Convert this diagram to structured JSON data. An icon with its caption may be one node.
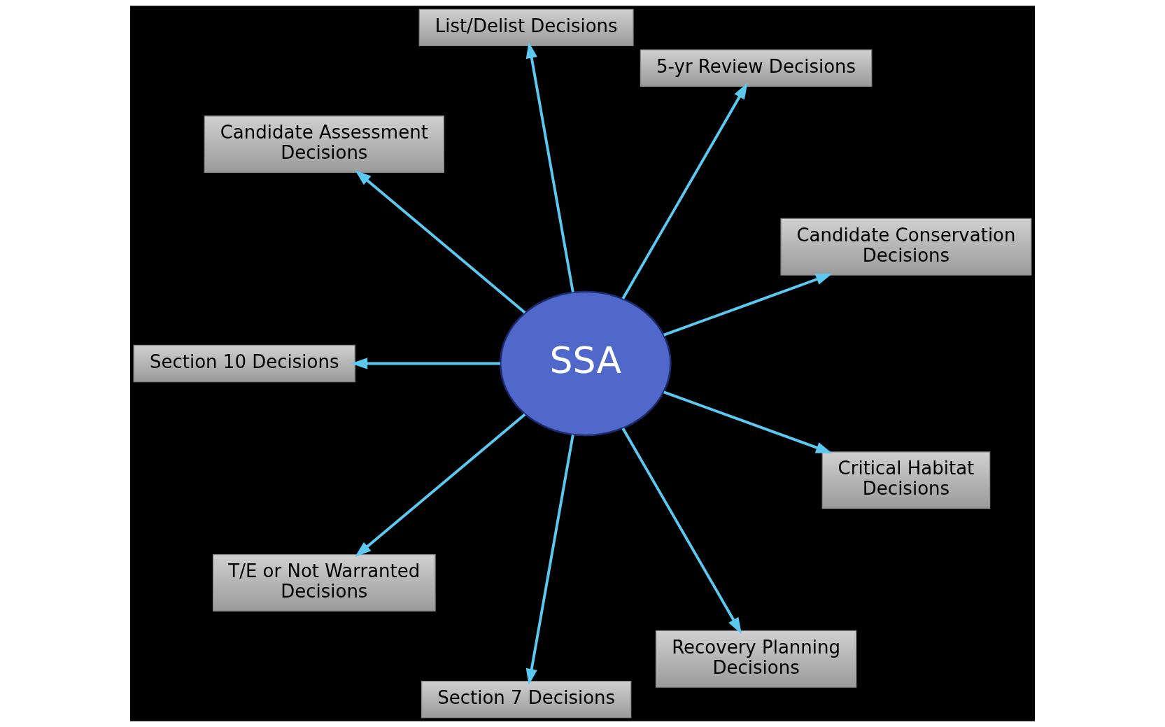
{
  "diagram": {
    "nodes": [
      {
        "text": [
          "Candidate Conservation Decisions"
        ]
      },
      {
        "text": [
          "5-yr Review Decisions"
        ]
      },
      {
        "text": [
          "List/Delist Decisions"
        ]
      },
      {
        "text": [
          "SSA"
        ]
      },
      {
        "text": [
          "Candidate Assessment Decisions"
        ]
      },
      {
        "text": [
          "Section 10 Decisions"
        ]
      },
      {
        "text": [
          "T/E or Not Warranted Decisions"
        ]
      },
      {
        "text": [
          "Section 7 Decisions"
        ]
      },
      {
        "text": [
          "Recovery Planning Decisions"
        ]
      },
      {
        "text": [
          "Critical Habitat Decisions"
        ]
      }
    ],
    "edges": [
      {
        "from": 3,
        "to": 0,
        "arrow": "to"
      },
      {
        "from": 3,
        "to": 1,
        "arrow": "to"
      },
      {
        "from": 3,
        "to": 2,
        "arrow": "to"
      },
      {
        "from": 3,
        "to": 4,
        "arrow": "to"
      },
      {
        "from": 3,
        "to": 5,
        "arrow": "to"
      },
      {
        "from": 3,
        "to": 6,
        "arrow": "to"
      },
      {
        "from": 3,
        "to": 7,
        "arrow": "to"
      },
      {
        "from": 3,
        "to": 8,
        "arrow": "to"
      },
      {
        "from": 3,
        "to": 9,
        "arrow": "to"
      }
    ]
  }
}
